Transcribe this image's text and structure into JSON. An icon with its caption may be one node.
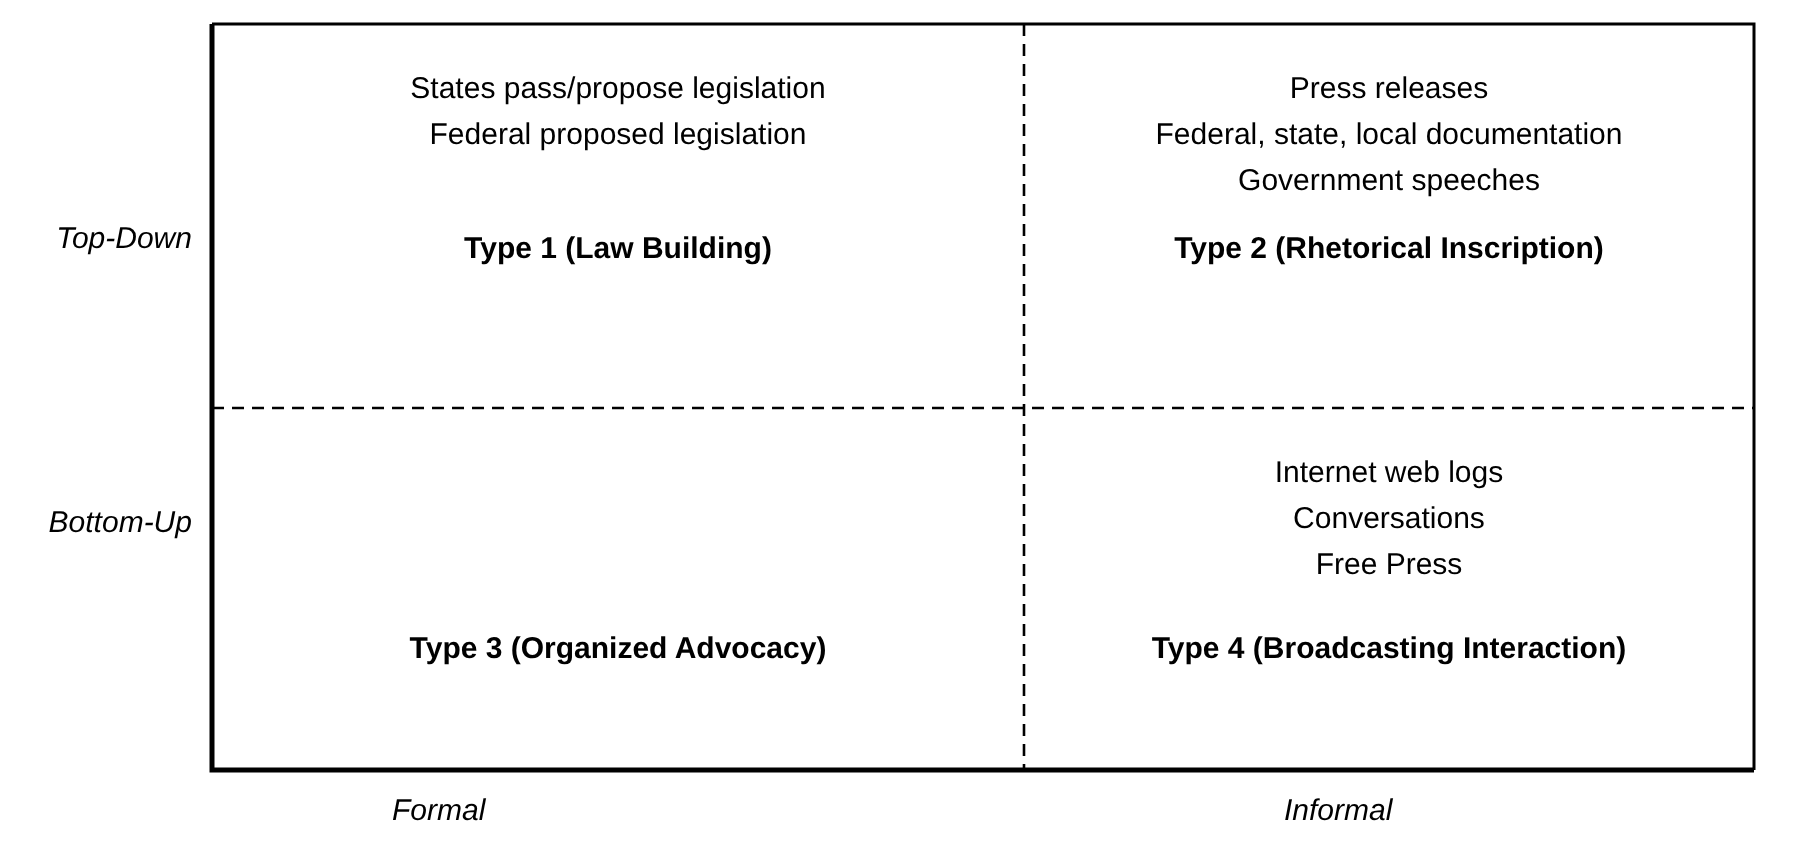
{
  "diagram": {
    "nodes": [
      {
        "text": [
          "States pass/propose legislation",
          "Federal proposed legislation",
          "Type 1 (Law Building)"
        ]
      },
      {
        "text": [
          "Press releases",
          "Federal, state, local documentation",
          "Government speeches",
          "Type 2 (Rhetorical Inscription)"
        ]
      },
      {
        "text": [
          "Type 3 (Organized Advocacy)"
        ]
      },
      {
        "text": [
          "Internet web logs",
          "Conversations",
          "Free Press",
          "Type 4 (Broadcasting Interaction)"
        ]
      }
    ],
    "labels": [
      "Top-Down",
      "Bottom-Up",
      "Formal",
      "Informal"
    ]
  }
}
